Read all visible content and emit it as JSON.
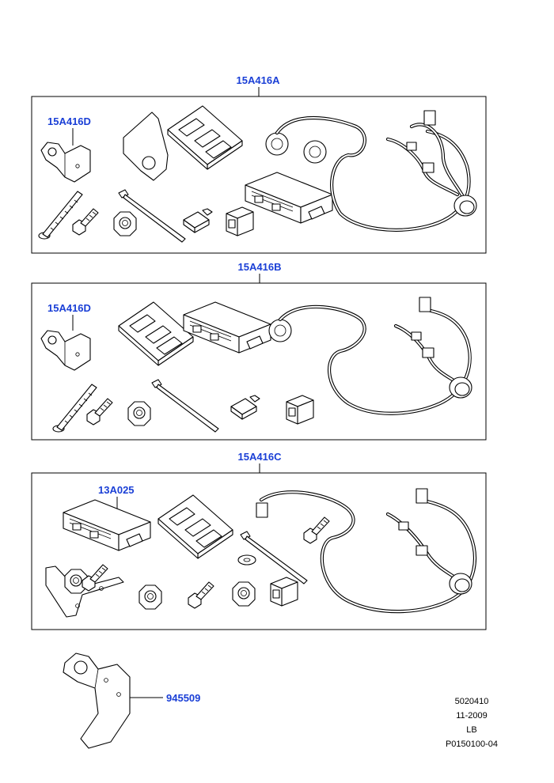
{
  "callouts": {
    "kit_a": "15A416A",
    "kit_a_bracket": "15A416D",
    "kit_b": "15A416B",
    "kit_b_bracket": "15A416D",
    "kit_c": "15A416C",
    "kit_c_module": "13A025",
    "bracket": "945509"
  },
  "footer": {
    "ref": "5020410",
    "date": "11-2009",
    "code": "LB",
    "drawing": "P0150100-04"
  },
  "colors": {
    "callout": "#1a3fd6",
    "line": "#000000"
  }
}
